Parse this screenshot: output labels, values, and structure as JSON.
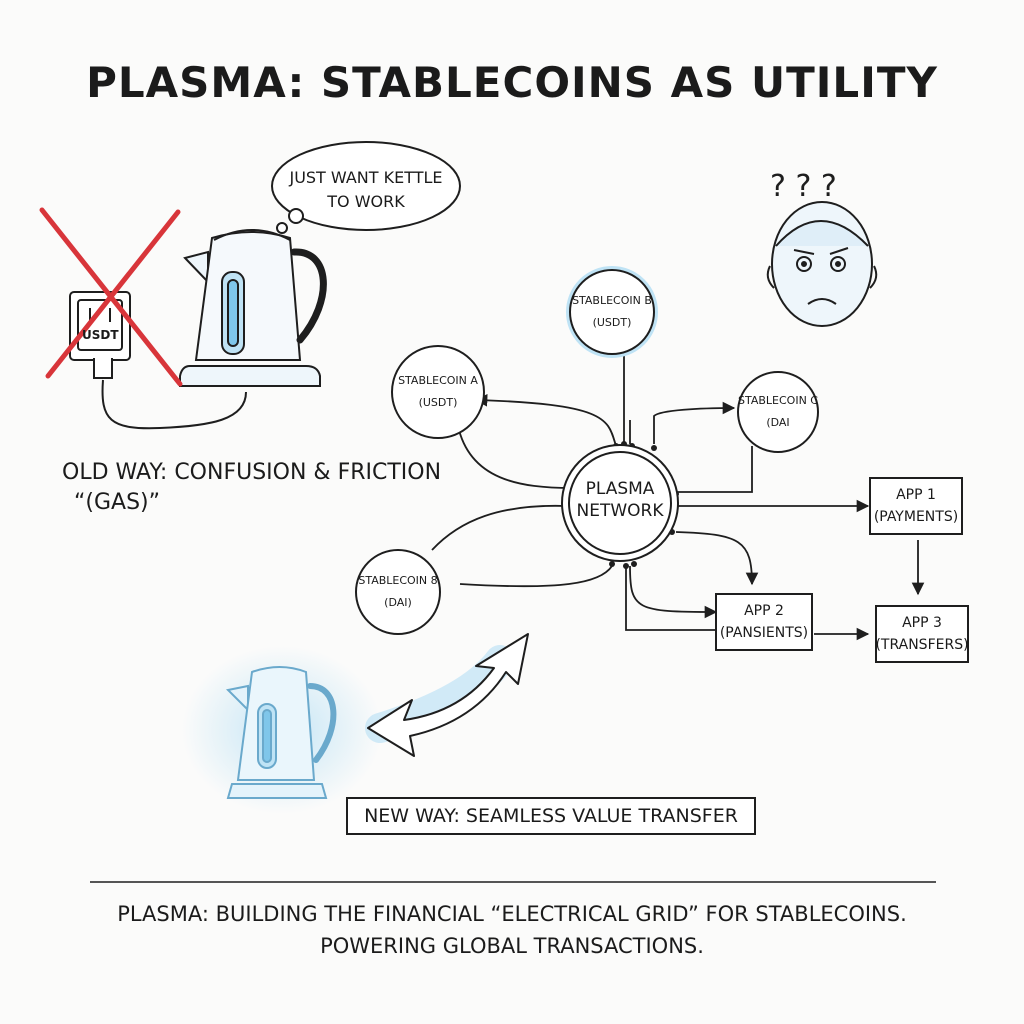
{
  "title": "PLASMA: STABLECOINS AS UTILITY",
  "thought_bubble": {
    "line1": "JUST WANT KETTLE",
    "line2": "TO WORK"
  },
  "outlet_label": "USDT",
  "old_way": {
    "line1": "OLD WAY: CONFUSION & FRICTION",
    "line2": "“(GAS)”"
  },
  "hub": {
    "line1": "PLASMA",
    "line2": "NETWORK"
  },
  "nodes": {
    "stablecoin_b_top": {
      "name": "STABLECOIN B",
      "token": "(USDT)"
    },
    "stablecoin_a": {
      "name": "STABLECOIN A",
      "token": "(USDT)"
    },
    "stablecoin_c": {
      "name": "STABLECOIN C",
      "token": "(DAI"
    },
    "stablecoin_b_bottom": {
      "name": "STABLECOIN 8",
      "token": "(DAI)"
    }
  },
  "apps": {
    "app1": {
      "name": "APP 1",
      "desc": "(PAYMENTS)"
    },
    "app2": {
      "name": "APP 2",
      "desc": "(PANSIENTS)"
    },
    "app3": {
      "name": "APP 3",
      "desc": "(TRANSFERS)"
    }
  },
  "new_way": "NEW WAY: SEAMLESS VALUE TRANSFER",
  "footer": {
    "line1": "PLASMA: BUILDING THE FINANCIAL “ELECTRICAL GRID” FOR STABLECOINS.",
    "line2": "POWERING GLOBAL TRANSACTIONS."
  },
  "colors": {
    "ink": "#1e1e1e",
    "cross_red": "#d8353a",
    "glow_blue": "#bfe3f5",
    "kettle_blue": "#7fc6ea"
  }
}
